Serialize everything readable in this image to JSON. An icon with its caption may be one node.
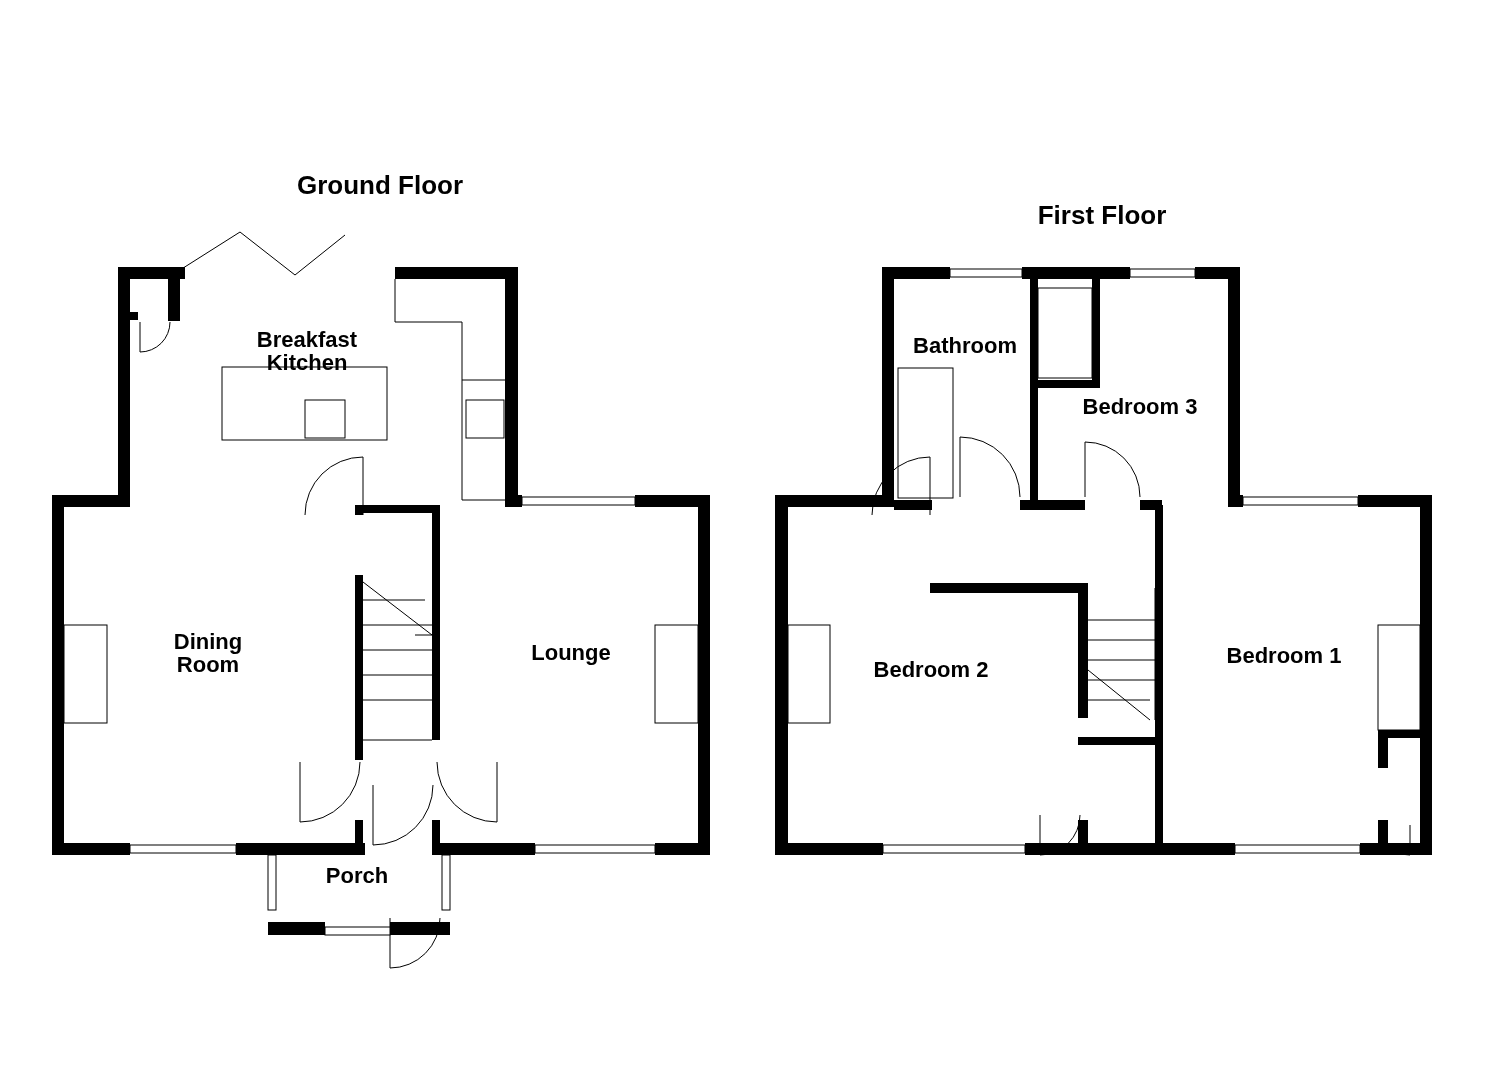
{
  "diagram": {
    "labels": [
      "Ground Floor",
      "First Floor",
      "Breakfast Kitchen",
      "Dining Room",
      "Lounge",
      "Porch",
      "Bathroom",
      "Bedroom 3",
      "Bedroom 2",
      "Bedroom 1"
    ]
  }
}
